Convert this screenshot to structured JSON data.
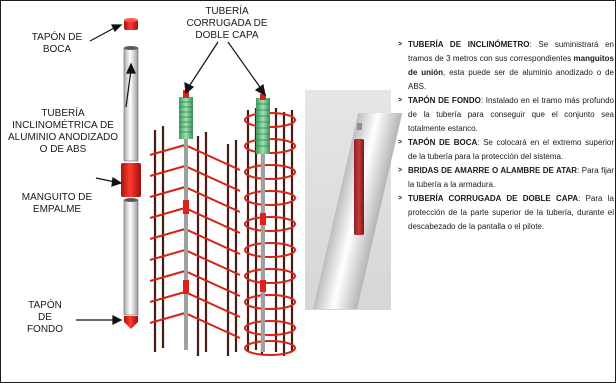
{
  "labels": {
    "tapon_boca": "TAPÓN DE\nBOCA",
    "tuberia_corrugada": "TUBERÍA\nCORRUGADA DE\nDOBLE CAPA",
    "tuberia_inclinometrica": "TUBERÍA\nINCLINOMÉTRICA DE\nALUMINIO ANODIZADO\nO DE ABS",
    "manguito_empalme": "MANGUITO DE\nEMPALME",
    "tapon_fondo": "TAPÓN\nDE\nFONDO"
  },
  "bullets": [
    {
      "title": "TUBERÍA DE INCLINÓMETRO",
      "text": ": Se suministrará en tramos de 3 metros con sus correspondientes ",
      "bold": "manguitos de unión",
      "text2": ", esta puede ser de aluminio anodizado o de ABS."
    },
    {
      "title": "TAPÓN DE FONDO",
      "text": ": Instalado en el tramo más profundo de la tubería para conseguir que el conjunto sea totalmente estanco."
    },
    {
      "title": "TAPÓN DE BOCA",
      "text": ": Se colocará en el extremo superior de la tubería para la protección del sistema."
    },
    {
      "title": "BRIDAS DE AMARRE O ALAMBRE DE ATAR",
      "text": ": Para fijar la tubería a la armadura."
    },
    {
      "title": "TUBERÍA CORRUGADA DE DOBLE CAPA",
      "text": ": Para la protección de la parte superior de la tubería, durante el descabezado de la pantalla o el pilote."
    }
  ],
  "colors": {
    "cap_red": "#e0201b",
    "rebar_dark": "#4a1a14",
    "spiral_red": "#d62418",
    "corrugated_green": "#5fbf7f"
  }
}
